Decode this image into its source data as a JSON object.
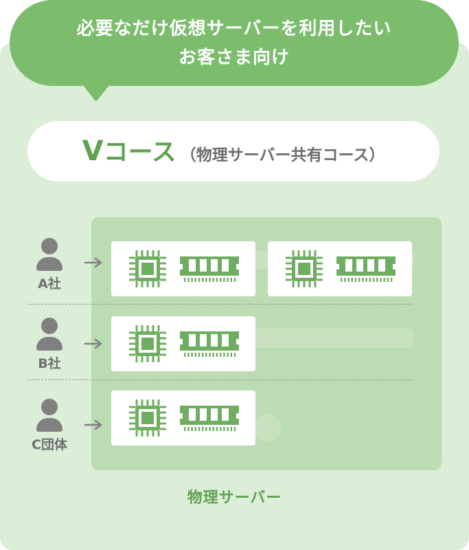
{
  "bubble": {
    "line1": "必要なだけ仮想サーバーを利用したい",
    "line2": "お客さま向け"
  },
  "course": {
    "letter": "V",
    "name": "コース",
    "subtitle": "（物理サーバー共有コース）"
  },
  "clients": [
    {
      "label": "A社",
      "vm_count": 2
    },
    {
      "label": "B社",
      "vm_count": 1
    },
    {
      "label": "C団体",
      "vm_count": 1
    }
  ],
  "server_label": "物理サーバー",
  "colors": {
    "accent": "#5fa24f",
    "bubble": "#7bbd6d",
    "panel": "#dcedd8",
    "server": "#bcdcb3",
    "icon": "#6fae60",
    "person": "#808080"
  },
  "icons": {
    "person": "person-icon",
    "arrow": "arrow-right-icon",
    "cpu": "cpu-chip-icon",
    "memory": "memory-module-icon"
  }
}
